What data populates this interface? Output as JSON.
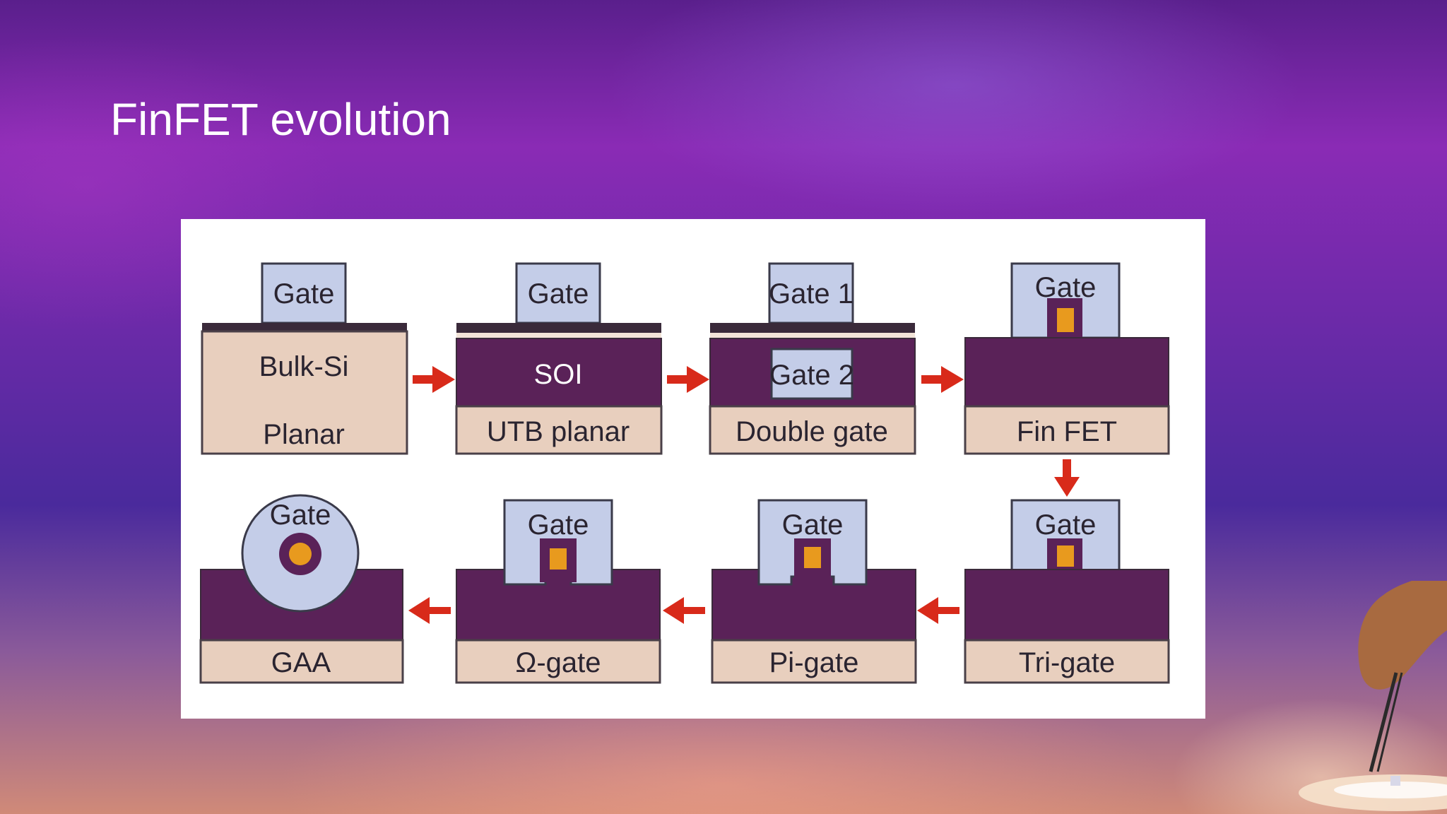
{
  "slide": {
    "title": "FinFET evolution"
  },
  "diagram": {
    "planar": {
      "gate": "Gate",
      "body": "Bulk-Si",
      "label": "Planar"
    },
    "utb": {
      "gate": "Gate",
      "body": "SOI",
      "label": "UTB planar"
    },
    "double": {
      "gate_top": "Gate 1",
      "gate_bottom": "Gate 2",
      "label": "Double gate"
    },
    "finfet": {
      "gate": "Gate",
      "label": "Fin FET"
    },
    "trigate": {
      "gate": "Gate",
      "label": "Tri-gate"
    },
    "pigate": {
      "gate": "Gate",
      "label": "Pi-gate"
    },
    "omega": {
      "gate": "Gate",
      "label": "Ω-gate"
    },
    "gaa": {
      "gate": "Gate",
      "label": "GAA"
    }
  },
  "colors": {
    "substrate": "#5a2258",
    "gate": "#c4cde8",
    "channel": "#e89a1e",
    "label_band": "#e8cfbe",
    "arrow": "#d82a1a"
  },
  "icons": [
    "arrow-right-icon",
    "arrow-down-icon",
    "arrow-left-icon",
    "hand-tweezers-icon"
  ]
}
